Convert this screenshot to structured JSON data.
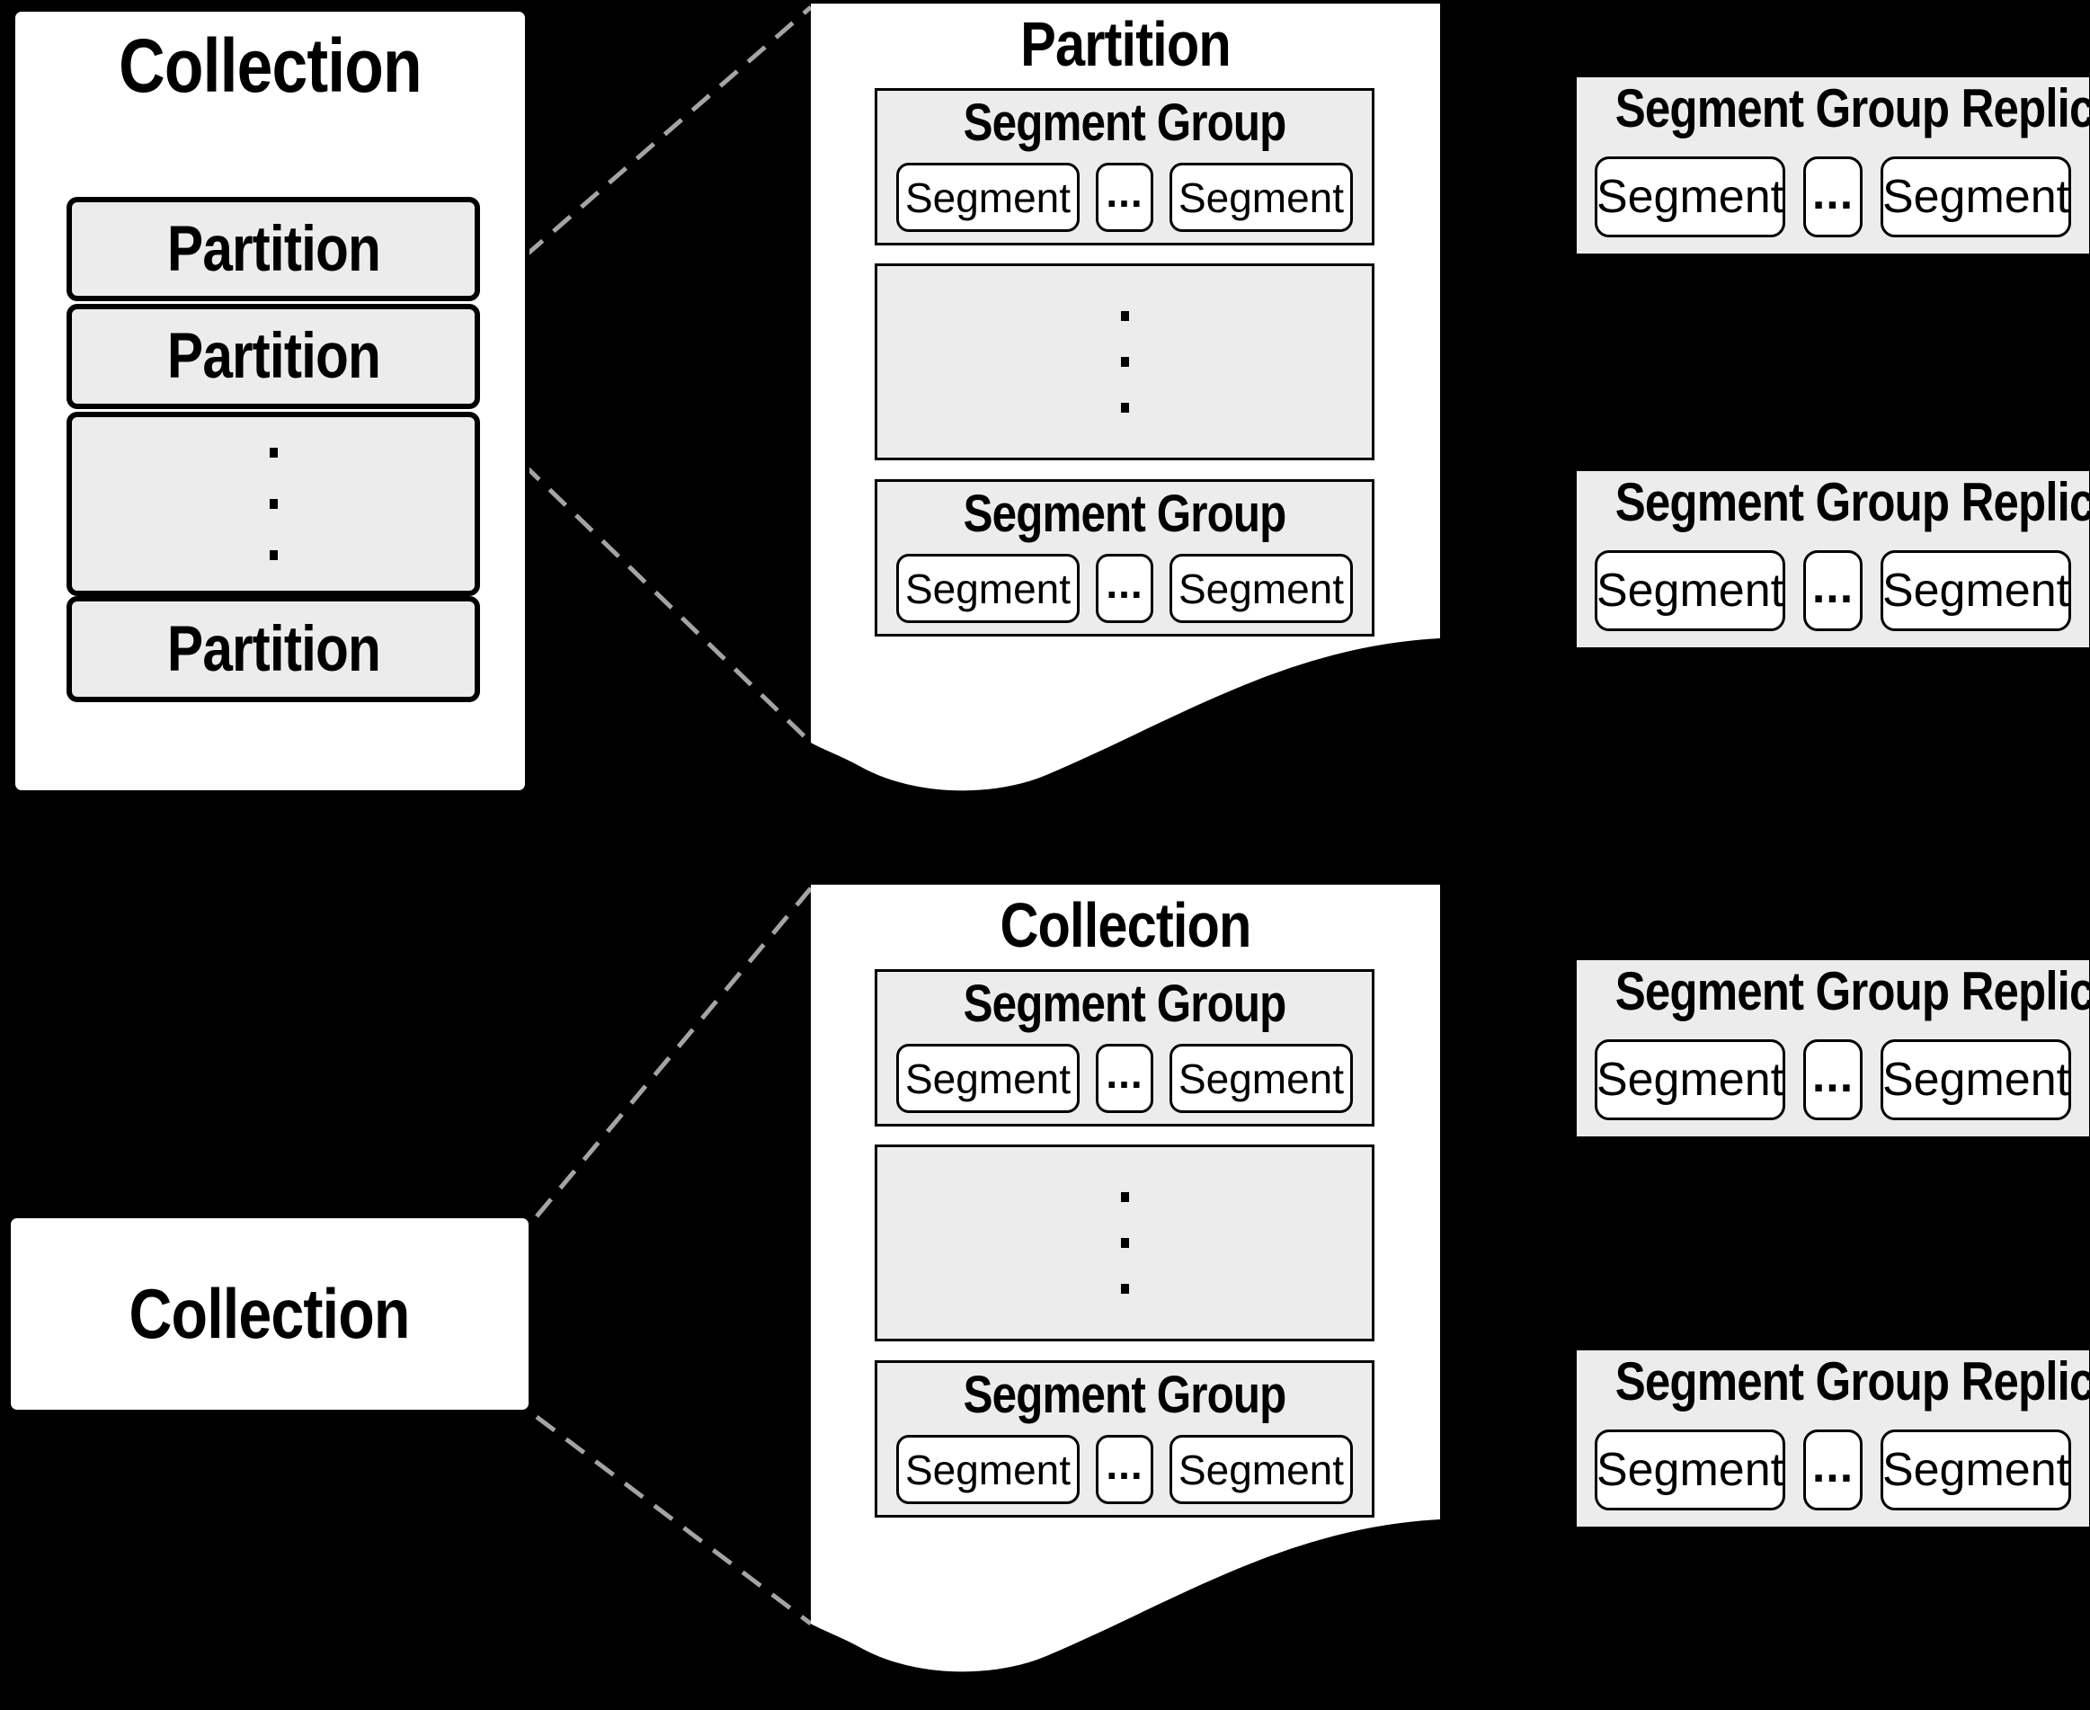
{
  "diagram": {
    "colors": {
      "background": "#000000",
      "panel_fill": "#ececec",
      "page_fill": "#ffffff",
      "border": "#000000",
      "dashed_line": "#a4a4a4"
    },
    "left_top": {
      "title": "Collection",
      "partitions": [
        "Partition",
        "Partition",
        "Partition"
      ]
    },
    "left_bottom": {
      "title": "Collection"
    },
    "pages": [
      {
        "title": "Partition",
        "groups": [
          {
            "title": "Segment Group",
            "seg_left": "Segment",
            "dots": "...",
            "seg_right": "Segment"
          },
          {
            "title": "Segment Group",
            "seg_left": "Segment",
            "dots": "...",
            "seg_right": "Segment"
          }
        ]
      },
      {
        "title": "Collection",
        "groups": [
          {
            "title": "Segment Group",
            "seg_left": "Segment",
            "dots": "...",
            "seg_right": "Segment"
          },
          {
            "title": "Segment Group",
            "seg_left": "Segment",
            "dots": "...",
            "seg_right": "Segment"
          }
        ]
      }
    ],
    "replicas": [
      {
        "title": "Segment Group Replica",
        "seg_left": "Segment",
        "dots": "...",
        "seg_right": "Segment"
      },
      {
        "title": "Segment Group Replica",
        "seg_left": "Segment",
        "dots": "...",
        "seg_right": "Segment"
      },
      {
        "title": "Segment Group Replica",
        "seg_left": "Segment",
        "dots": "...",
        "seg_right": "Segment"
      },
      {
        "title": "Segment Group Replica",
        "seg_left": "Segment",
        "dots": "...",
        "seg_right": "Segment"
      }
    ]
  }
}
